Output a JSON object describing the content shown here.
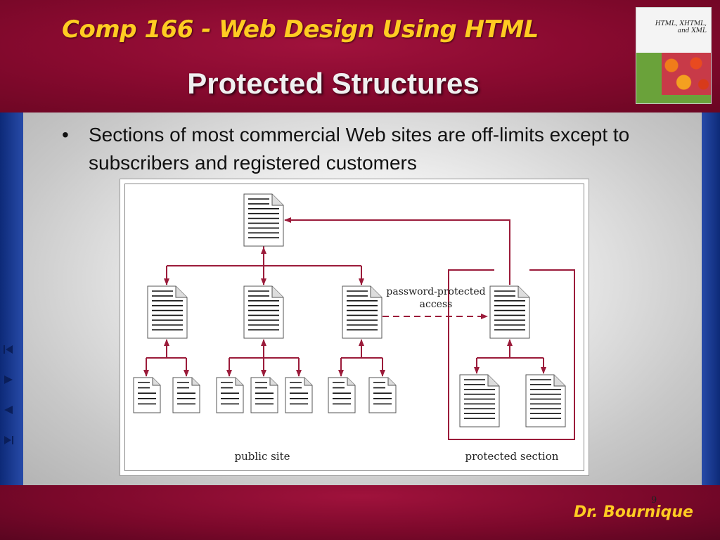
{
  "header": {
    "course_title": "Comp 166 - Web Design Using HTML",
    "slide_title": "Protected Structures"
  },
  "book": {
    "title_line1": "HTML, XHTML,",
    "title_line2": "and XML"
  },
  "bullet": {
    "marker": "•",
    "text": "Sections of most commercial Web sites are off-limits except to subscribers and registered customers"
  },
  "diagram": {
    "arrow_label_line1": "password-protected",
    "arrow_label_line2": "access",
    "public_label": "public site",
    "protected_label": "protected section",
    "colors": {
      "arrow": "#9b1b3a",
      "page_fill": "#ffffff",
      "page_lines": "#111111"
    }
  },
  "nav": {
    "icons": [
      "first-slide-icon",
      "previous-slide-icon",
      "next-slide-icon",
      "last-slide-icon"
    ]
  },
  "footer": {
    "page_number": "9",
    "author": "Dr. Bournique"
  },
  "colors": {
    "header": "#8a0a30",
    "title_gold": "#ffcc22",
    "side": "#1d3a8a"
  }
}
